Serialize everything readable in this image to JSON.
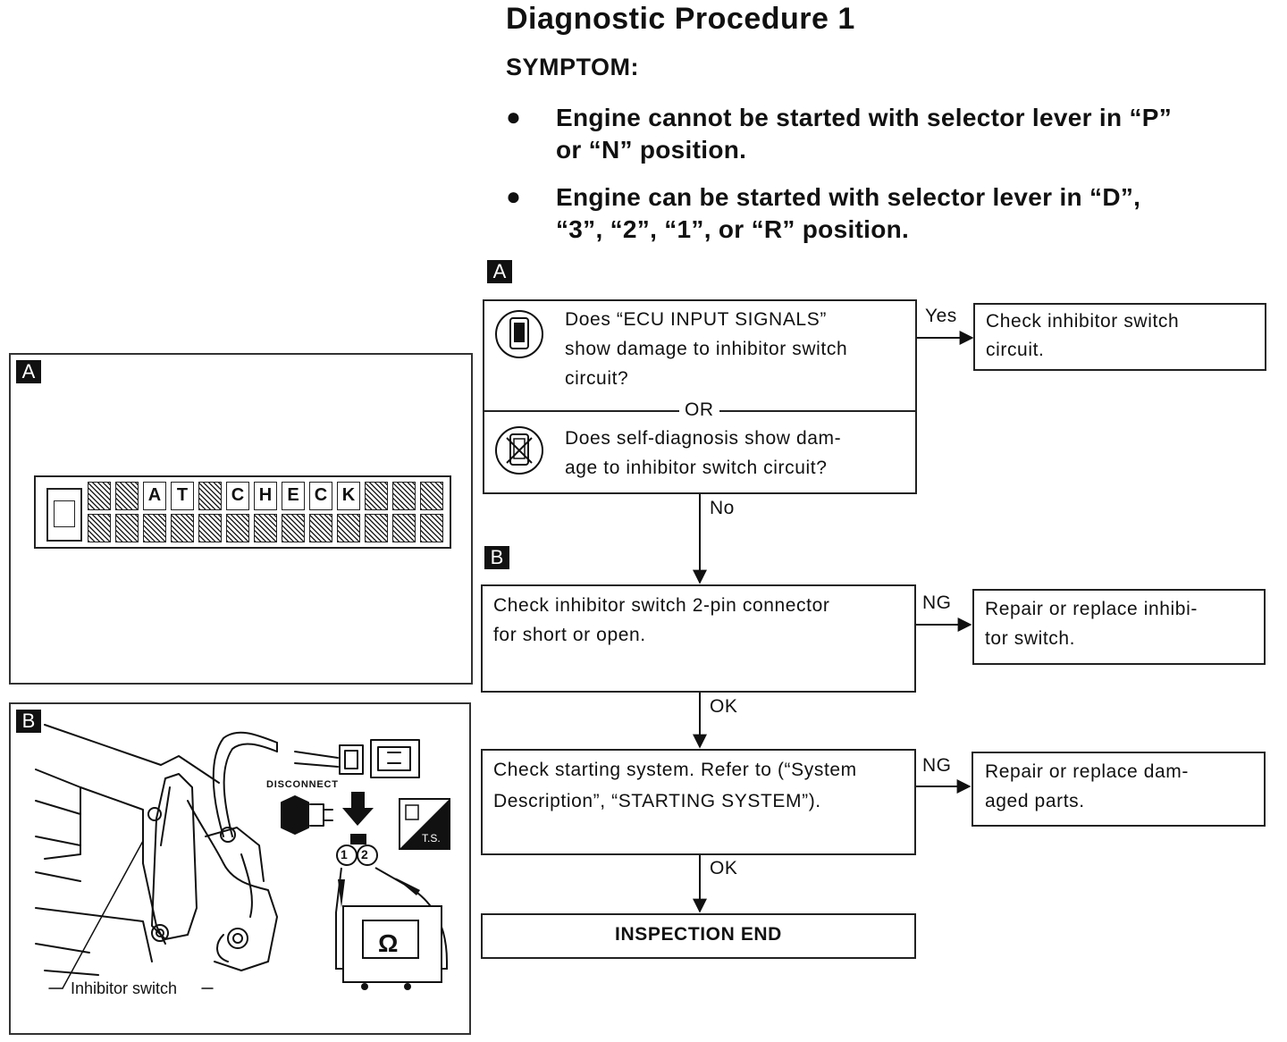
{
  "header": {
    "title": "Diagnostic Procedure 1",
    "symptom_heading": "SYMPTOM:",
    "symptoms": [
      {
        "line1": "Engine cannot be started with selector lever in “P”",
        "line2": "or “N” position."
      },
      {
        "line1": "Engine can be started with selector lever in “D”,",
        "line2": "“3”, “2”, “1”, or “R” position."
      }
    ]
  },
  "panels": {
    "a": {
      "tag": "A",
      "display_letters": [
        "A",
        "T",
        "C",
        "H",
        "E",
        "C",
        "K"
      ]
    },
    "b": {
      "tag": "B",
      "disconnect_label": "DISCONNECT",
      "ts_label": "T.S.",
      "pin1": "1",
      "pin2": "2",
      "ohm_symbol": "Ω",
      "caption": "Inhibitor switch"
    }
  },
  "flow": {
    "tag_a": "A",
    "tag_b": "B",
    "q1": {
      "line1": "Does “ECU INPUT SIGNALS”",
      "line2": "show damage to inhibitor switch",
      "line3": "circuit?"
    },
    "or_label": "OR",
    "q2": {
      "line1": "Does self-diagnosis show dam-",
      "line2": "age to inhibitor switch circuit?"
    },
    "yes_label": "Yes",
    "yes_result": {
      "line1": "Check inhibitor switch",
      "line2": "circuit."
    },
    "no_label": "No",
    "step2": {
      "line1": "Check inhibitor switch 2-pin connector",
      "line2": "for short or open."
    },
    "ng1_label": "NG",
    "ng1_result": {
      "line1": "Repair or replace inhibi-",
      "line2": "tor switch."
    },
    "ok1_label": "OK",
    "step3": {
      "line1": "Check starting system. Refer to (“System",
      "line2": "Description”, “STARTING SYSTEM”)."
    },
    "ng2_label": "NG",
    "ng2_result": {
      "line1": "Repair or replace dam-",
      "line2": "aged parts."
    },
    "ok2_label": "OK",
    "end": "INSPECTION END"
  }
}
